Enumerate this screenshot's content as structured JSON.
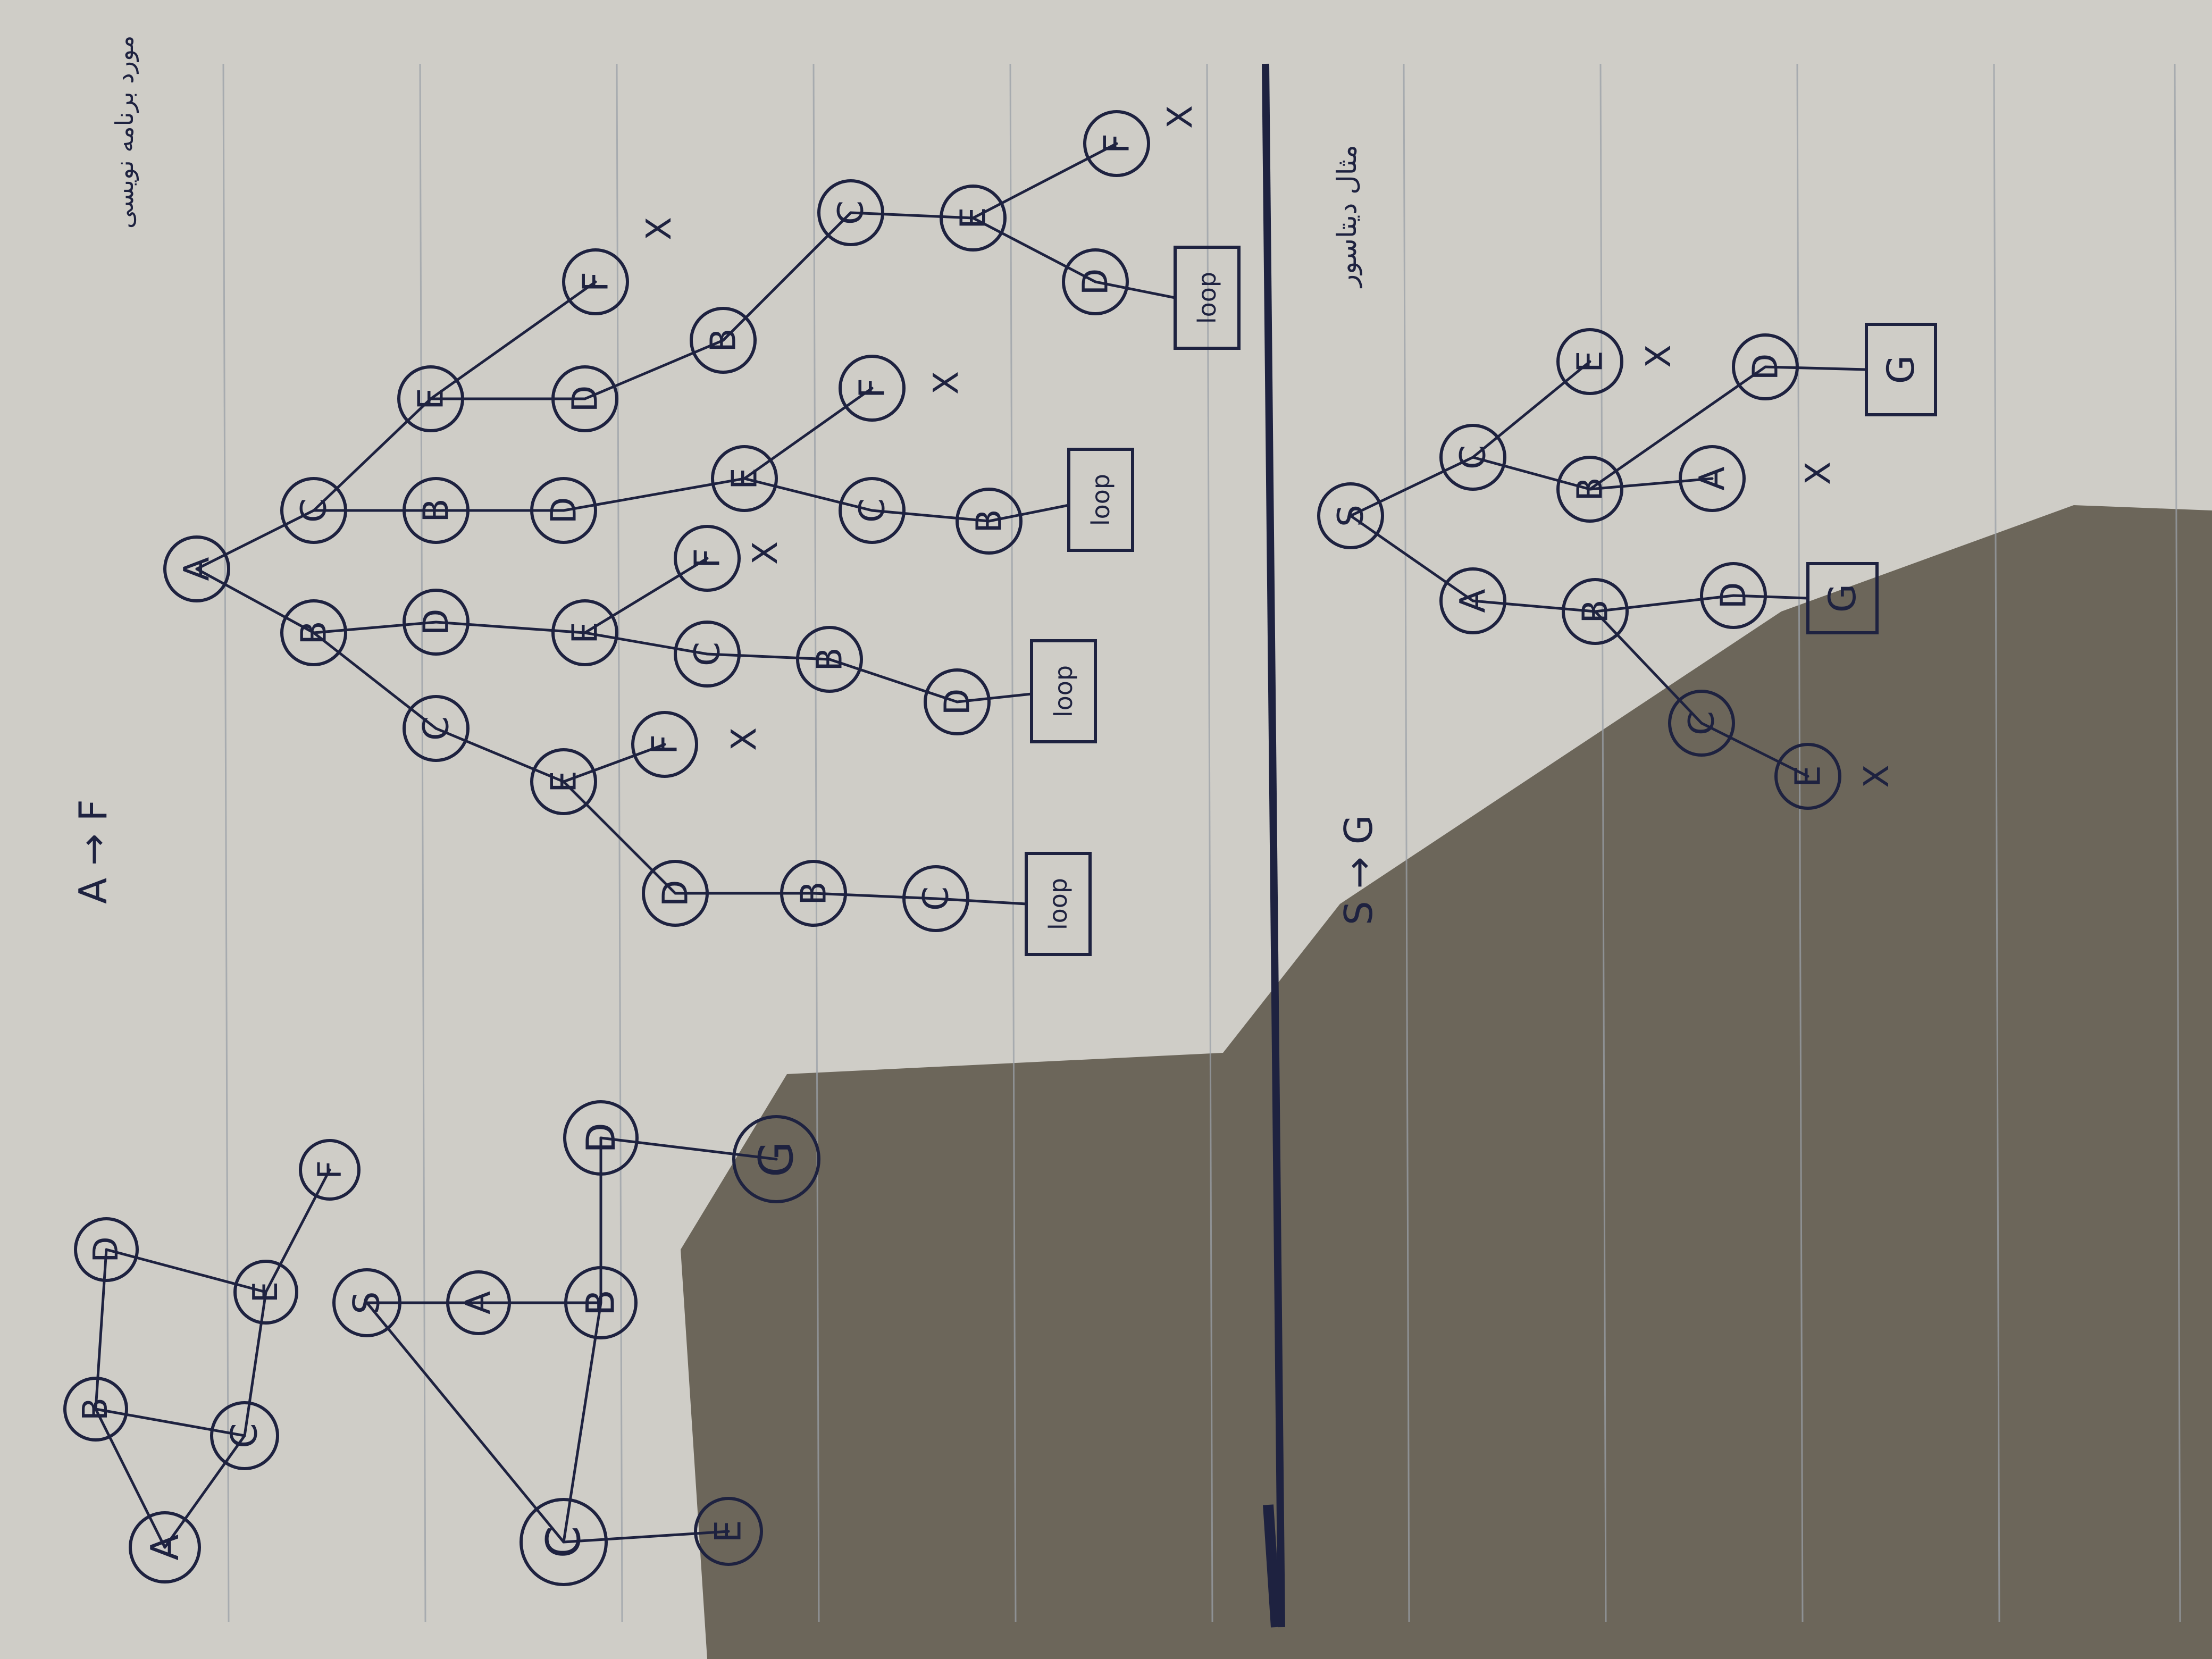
{
  "colors": {
    "paper": "#cfcdc7",
    "paper_edge": "#9b9891",
    "shadow": "#5a5346",
    "rule_line": "#9aa0a8",
    "ink": "#1e2240"
  },
  "header": {
    "persian_note_1": "مورد برنامه نویسی",
    "persian_note_2": "مثال دیتاسور"
  },
  "problem_1": {
    "goal_label": "A → F",
    "graph_nodes": [
      "A",
      "B",
      "C",
      "D",
      "E",
      "F"
    ],
    "graph_edges": [
      [
        "A",
        "B"
      ],
      [
        "A",
        "C"
      ],
      [
        "B",
        "C"
      ],
      [
        "B",
        "D"
      ],
      [
        "C",
        "E"
      ],
      [
        "D",
        "E"
      ],
      [
        "E",
        "F"
      ]
    ],
    "loop_label": "loop",
    "dead_end_mark": "X"
  },
  "problem_2": {
    "goal_label": "S → G",
    "graph_nodes": [
      "S",
      "A",
      "B",
      "C",
      "D",
      "E",
      "G"
    ],
    "graph_edges": [
      [
        "S",
        "A"
      ],
      [
        "S",
        "C"
      ],
      [
        "A",
        "B"
      ],
      [
        "B",
        "C"
      ],
      [
        "B",
        "D"
      ],
      [
        "C",
        "E"
      ],
      [
        "D",
        "G"
      ]
    ],
    "dead_end_mark": "X"
  }
}
